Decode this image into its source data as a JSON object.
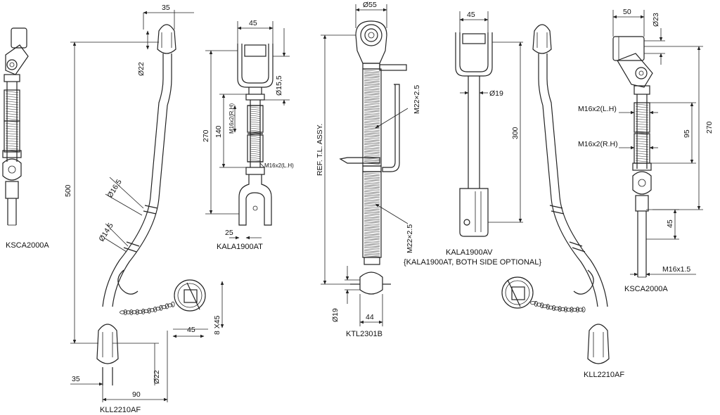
{
  "parts": {
    "ksca_left": "KSCA2000A",
    "kll_left": "KLL2210AF",
    "kala_at": "KALA1900AT",
    "ktl": "KTL2301B",
    "kala_av": "KALA1900AV",
    "kala_av_note": "{KALA1900AT, BOTH SIDE OPTIONAL}",
    "kll_right": "KLL2210AF",
    "ksca_right": "KSCA2000A"
  },
  "dims": {
    "kll_top_35": "35",
    "kll_d22_top": "Ø22",
    "kll_500": "500",
    "kll_d165": "Ø16,5",
    "kll_d145": "Ø14,5",
    "kll_45": "45",
    "kll_8x45": "8 X45",
    "kll_d22_bot": "Ø22",
    "kll_35_bot": "35",
    "kll_90": "90",
    "at_45": "45",
    "at_d155": "Ø15,5",
    "at_270": "270",
    "at_140": "140",
    "at_m16_rh": "M16x2(R.H)",
    "at_m16_lh": "M16x2(L.H)",
    "at_25": "25",
    "ktl_d55": "Ø55",
    "ktl_m22_top": "M22×2.5",
    "ktl_ref": "REF. T.L. ASSY.",
    "ktl_m22_bot": "M22×2.5",
    "ktl_d19": "Ø19",
    "ktl_44": "44",
    "av_45": "45",
    "av_d19": "Ø19",
    "av_300": "300",
    "ks_50": "50",
    "ks_d23": "Ø23",
    "ks_m16_lh": "M16x2(L.H)",
    "ks_m16_rh": "M16x2(R.H)",
    "ks_95": "95",
    "ks_270": "270",
    "ks_45": "45",
    "ks_m16_15": "M16x1.5"
  }
}
